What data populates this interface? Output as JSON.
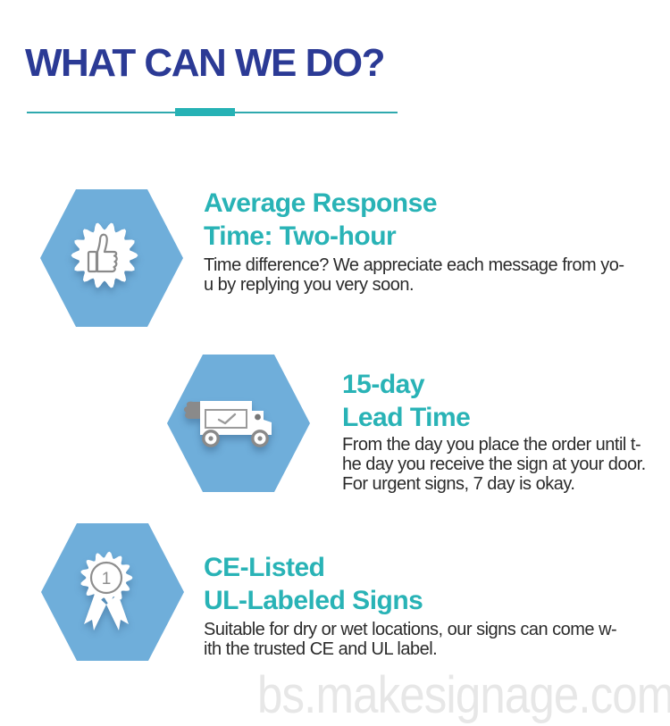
{
  "header": {
    "title": "WHAT CAN WE DO?"
  },
  "sections": [
    {
      "id": "response-time",
      "icon": "thumbs-up-badge-icon",
      "heading_lines": [
        "Average Response",
        "Time: Two-hour"
      ],
      "body_lines": [
        "Time difference? We appreciate each message from yo-",
        "u by replying you very soon."
      ]
    },
    {
      "id": "lead-time",
      "icon": "delivery-truck-icon",
      "heading_lines": [
        "15-day",
        "Lead Time"
      ],
      "body_lines": [
        "From the day you place the order until t-",
        "he day you receive the sign at your door.",
        "For urgent signs, 7 day is okay."
      ]
    },
    {
      "id": "certifications",
      "icon": "first-place-medal-icon",
      "medal_number": "1",
      "heading_lines": [
        "CE-Listed",
        "UL-Labeled Signs"
      ],
      "body_lines": [
        "Suitable for dry or wet locations, our signs can come w-",
        "ith the trusted CE and UL label."
      ]
    }
  ],
  "watermark": {
    "text": "bs.makesignage.com"
  },
  "colors": {
    "navy_title": "#2B3A95",
    "accent_teal": "#29B3B6",
    "divider_teal": "#2FA9AE",
    "divider_accent_teal": "#26B2B5",
    "hexagon_blue": "#6FAEDA",
    "icon_line_gray": "#8A8A8A",
    "body_text": "#2B2B2B",
    "watermark_gray": "#E7E7E7"
  }
}
